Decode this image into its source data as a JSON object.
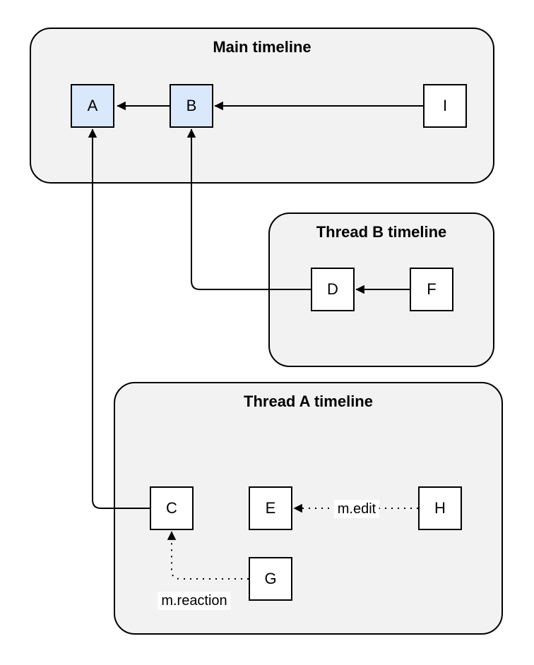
{
  "colors": {
    "canvas_background": "#ffffff",
    "container_fill": "#f2f2f2",
    "container_border": "#000000",
    "node_fill_default": "#ffffff",
    "node_fill_highlight": "#dae8fc",
    "node_border": "#000000",
    "edge_color": "#000000",
    "label_background": "#ffffff"
  },
  "containers": {
    "main": {
      "title": "Main timeline",
      "nodes": [
        {
          "id": "A",
          "label": "A",
          "highlighted": true
        },
        {
          "id": "B",
          "label": "B",
          "highlighted": true
        },
        {
          "id": "I",
          "label": "I",
          "highlighted": false
        }
      ]
    },
    "thread_b": {
      "title": "Thread B timeline",
      "nodes": [
        {
          "id": "D",
          "label": "D",
          "highlighted": false
        },
        {
          "id": "F",
          "label": "F",
          "highlighted": false
        }
      ]
    },
    "thread_a": {
      "title": "Thread A timeline",
      "nodes": [
        {
          "id": "C",
          "label": "C",
          "highlighted": false
        },
        {
          "id": "E",
          "label": "E",
          "highlighted": false
        },
        {
          "id": "H",
          "label": "H",
          "highlighted": false
        },
        {
          "id": "G",
          "label": "G",
          "highlighted": false
        }
      ]
    }
  },
  "edges": {
    "b_to_a": {
      "from": "B",
      "to": "A",
      "style": "solid",
      "label": ""
    },
    "i_to_b": {
      "from": "I",
      "to": "B",
      "style": "solid",
      "label": ""
    },
    "f_to_d": {
      "from": "F",
      "to": "D",
      "style": "solid",
      "label": ""
    },
    "d_to_b": {
      "from": "D",
      "to": "B",
      "style": "solid",
      "label": ""
    },
    "c_to_a": {
      "from": "C",
      "to": "A",
      "style": "solid",
      "label": ""
    },
    "h_to_e": {
      "from": "H",
      "to": "E",
      "style": "dotted",
      "label": "m.edit"
    },
    "g_to_c": {
      "from": "G",
      "to": "C",
      "style": "dotted",
      "label": "m.reaction"
    }
  }
}
